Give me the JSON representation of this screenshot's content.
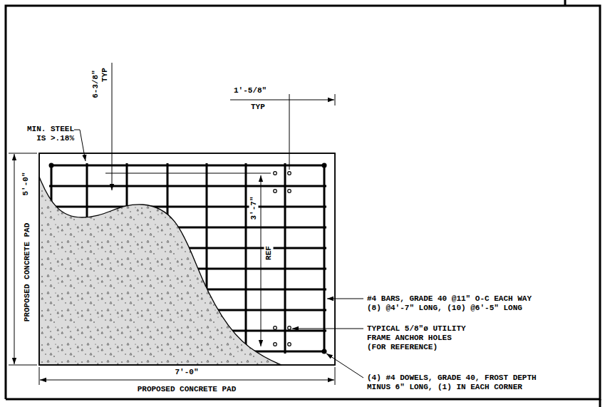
{
  "diagram": {
    "labels": [
      "MIN. STEEL IS >.18%",
      "6-3/8\"",
      "TYP",
      "1'-5/8\"",
      "TYP",
      "3'-7\"",
      "REF",
      "5'-0\"",
      "PROPOSED CONCRETE PAD",
      "7'-0\"",
      "PROPOSED CONCRETE PAD",
      "#4 BARS, GRADE 40 @11\" O-C EACH WAY (8) @4'-7\" LONG, (10) @6'-5\" LONG",
      "TYPICAL 5/8\"ø UTILITY FRAME ANCHOR HOLES (FOR REFERENCE)",
      "(4) #4 DOWELS, GRADE 40, FROST DEPTH MINUS 6\" LONG, (1) IN EACH CORNER"
    ]
  }
}
